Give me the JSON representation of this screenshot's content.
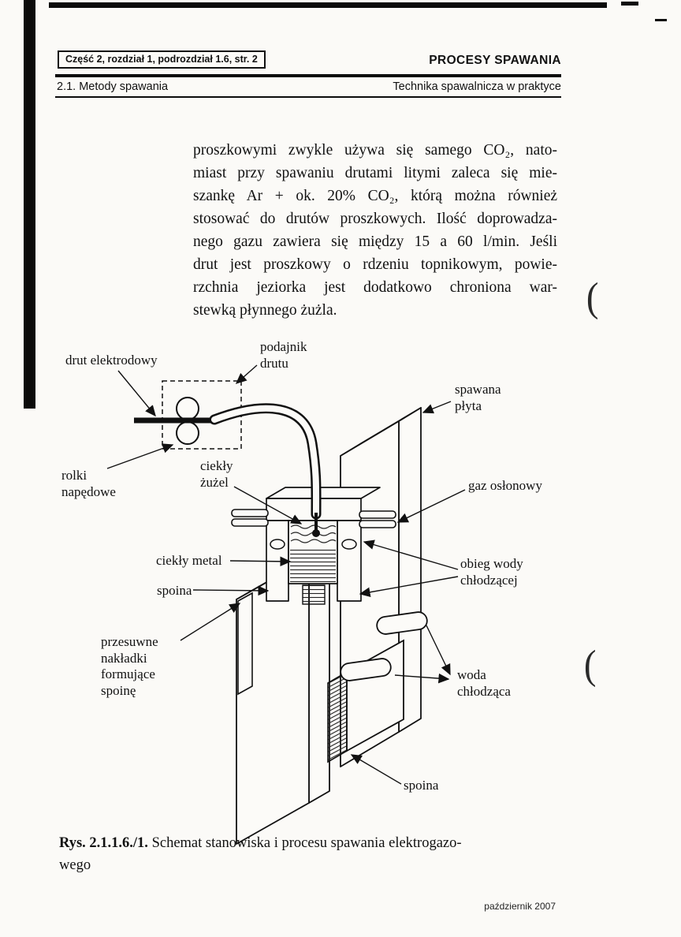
{
  "header": {
    "breadcrumb": "Część 2, rozdział 1, podrozdział 1.6, str. 2",
    "title": "PROCESY SPAWANIA",
    "section": "2.1. Metody spawania",
    "subtitle": "Technika spawalnicza w praktyce"
  },
  "body": {
    "lines": [
      "proszkowymi zwykle używa się samego CO₂, nato-",
      "miast przy spawaniu drutami litymi zaleca się mie-",
      "szankę Ar + ok. 20% CO₂, którą można również",
      "stosować do drutów proszkowych. Ilość doprowadza-",
      "nego gazu zawiera się między 15 a 60 l/min. Jeśli",
      "drut jest proszkowy o rdzeniu topnikowym, powie-",
      "rzchnia jeziorka jest dodatkowo chroniona war-",
      "stewką płynnego żużla."
    ]
  },
  "figure": {
    "labels": {
      "podajnik_drutu": "podajnik\ndrutu",
      "drut_elektrodowy": "drut elektrodowy",
      "spawana_plyta": "spawana\npłyta",
      "rolki_napedowe": "rolki\nnapędowe",
      "ciekly_zuzel": "ciekły\nżużel",
      "gaz_oslonowy": "gaz osłonowy",
      "ciekly_metal": "ciekły metal",
      "obieg_wody": "obieg wody\nchłodzącej",
      "spoina_left": "spoina",
      "przesuwne_nakladki": "przesuwne\nnakładki\nformujące\nspoinę",
      "woda_chlodzaca": "woda\nchłodząca",
      "spoina_bottom": "spoina"
    },
    "caption": {
      "label": "Rys. 2.1.1.6./1.",
      "line1": " Schemat stanowiska i procesu spawania elektrogazo-",
      "line2": "wego"
    }
  },
  "page": {
    "footer": "październik 2007"
  }
}
